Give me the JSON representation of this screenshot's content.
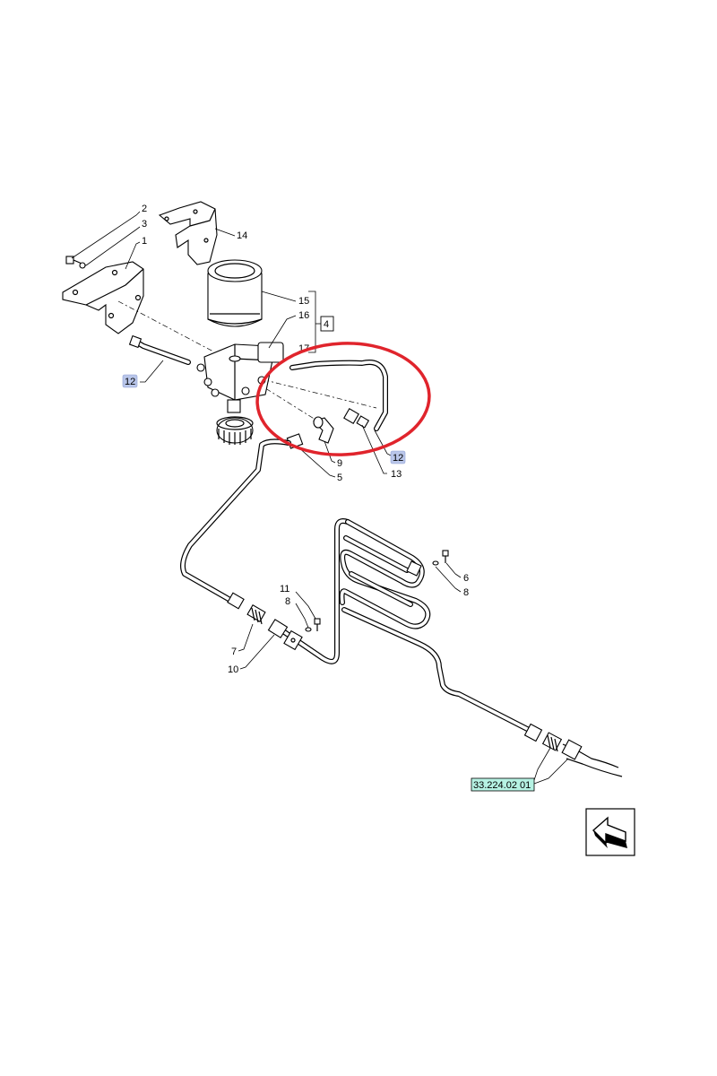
{
  "callouts": {
    "n1": "1",
    "n2": "2",
    "n3": "3",
    "n4": "4",
    "n5": "5",
    "n6": "6",
    "n7": "7",
    "n8a": "8",
    "n8b": "8",
    "n9": "9",
    "n10": "10",
    "n11": "11",
    "n12a": "12",
    "n12b": "12",
    "n13": "13",
    "n14": "14",
    "n15": "15",
    "n16": "16",
    "n17": "17"
  },
  "reference_badge": "33.224.02 01",
  "highlight_color": "#e0242c",
  "nav_icon": "arrow-navigation-icon"
}
